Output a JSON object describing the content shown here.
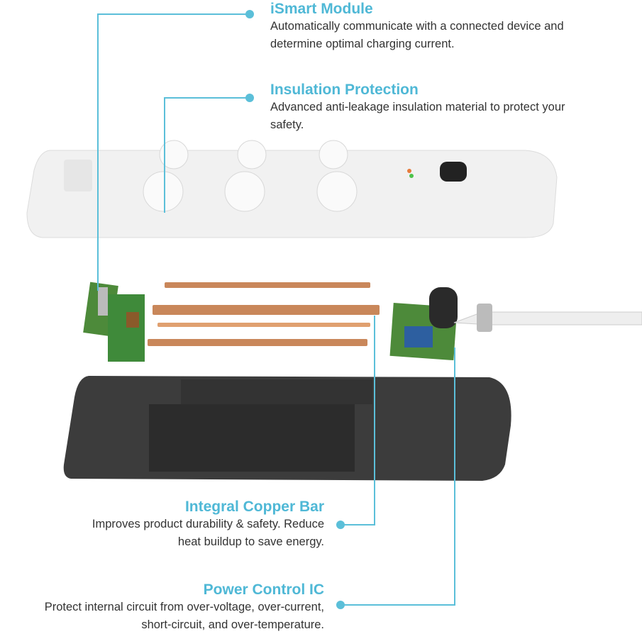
{
  "accent_color": "#5bbfd9",
  "callouts": {
    "ismart": {
      "title": "iSmart Module",
      "line1": "Automatically communicate with a connected device and",
      "line2": "determine optimal charging current."
    },
    "insulation": {
      "title": "Insulation Protection",
      "line1": "Advanced anti-leakage insulation material to protect your",
      "line2": "safety."
    },
    "copper": {
      "title": "Integral Copper Bar",
      "line1": "Improves product durability & safety. Reduce",
      "line2": "heat buildup to save energy."
    },
    "power": {
      "title": "Power Control IC",
      "line1": "Protect internal circuit from over-voltage, over-current,",
      "line2": "short-circuit, and over-temperature."
    }
  }
}
